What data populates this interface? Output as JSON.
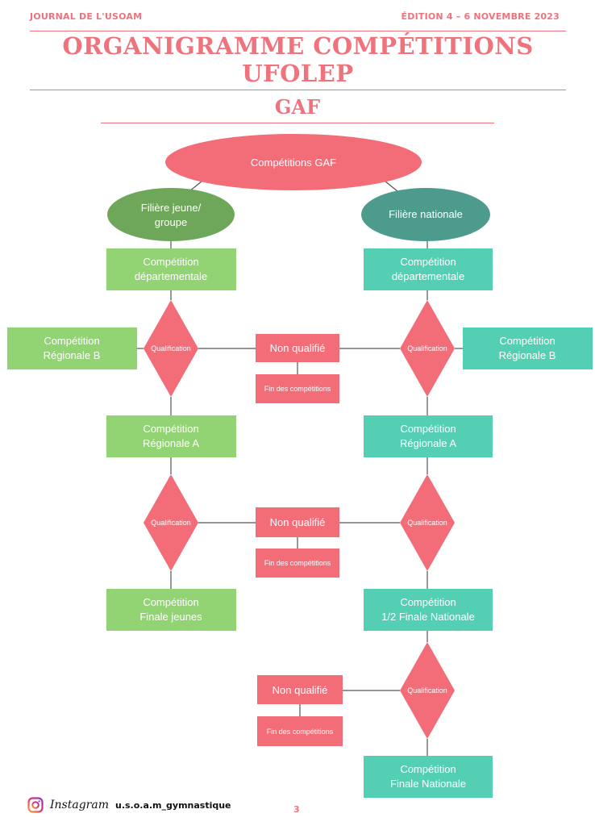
{
  "header": {
    "journal": "JOURNAL DE L'USOAM",
    "edition": "ÉDITION 4 – 6 NOVEMBRE 2023",
    "title_line1": "ORGANIGRAMME COMPÉTITIONS",
    "title_line2": "UFOLEP",
    "subtitle": "GAF"
  },
  "colors": {
    "accent": "#f0727c",
    "green_light": "#92d374",
    "green_dark": "#6ea75a",
    "teal": "#55cfb4",
    "teal_dark": "#4c9b8d",
    "red": "#f26d78"
  },
  "diagram": {
    "root": "Compétitions GAF",
    "left_branch": "Filière jeune/\ngroupe",
    "right_branch": "Filière nationale",
    "left_nodes": {
      "dept": "Compétition\ndépartementale",
      "reg_b": "Compétition\nRégionale B",
      "reg_a": "Compétition\nRégionale A",
      "final": "Compétition\nFinale jeunes"
    },
    "right_nodes": {
      "dept": "Compétition\ndépartementale",
      "reg_b": "Compétition\nRégionale B",
      "reg_a": "Compétition\nRégionale A",
      "half_final": "Compétition\n1/2 Finale Nationale",
      "final": "Compétition\nFinale Nationale"
    },
    "qualification": "Qualification",
    "non_qualifie": "Non qualifié",
    "fin": "Fin des compétitions"
  },
  "footer": {
    "instagram_label": "Instagram",
    "handle": "u.s.o.a.m_gymnastique",
    "icon": "instagram-icon",
    "page_number": "3"
  }
}
